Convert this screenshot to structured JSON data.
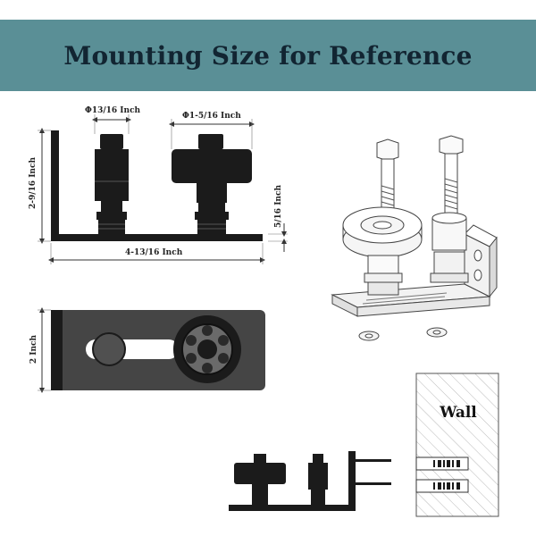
{
  "banner": {
    "title": "Mounting Size for Reference"
  },
  "dimensions": {
    "small_roller_diameter": "Φ13/16 Inch",
    "large_roller_diameter": "Φ1-5/16 Inch",
    "height": "2-9/16 Inch",
    "base_thickness": "5/16 Inch",
    "length": "4-13/16 Inch",
    "width": "2 Inch"
  },
  "wall": {
    "label": "Wall"
  },
  "colors": {
    "banner": "#5a8f96",
    "banner_text": "#122532",
    "metal": "#1b1b1b"
  }
}
